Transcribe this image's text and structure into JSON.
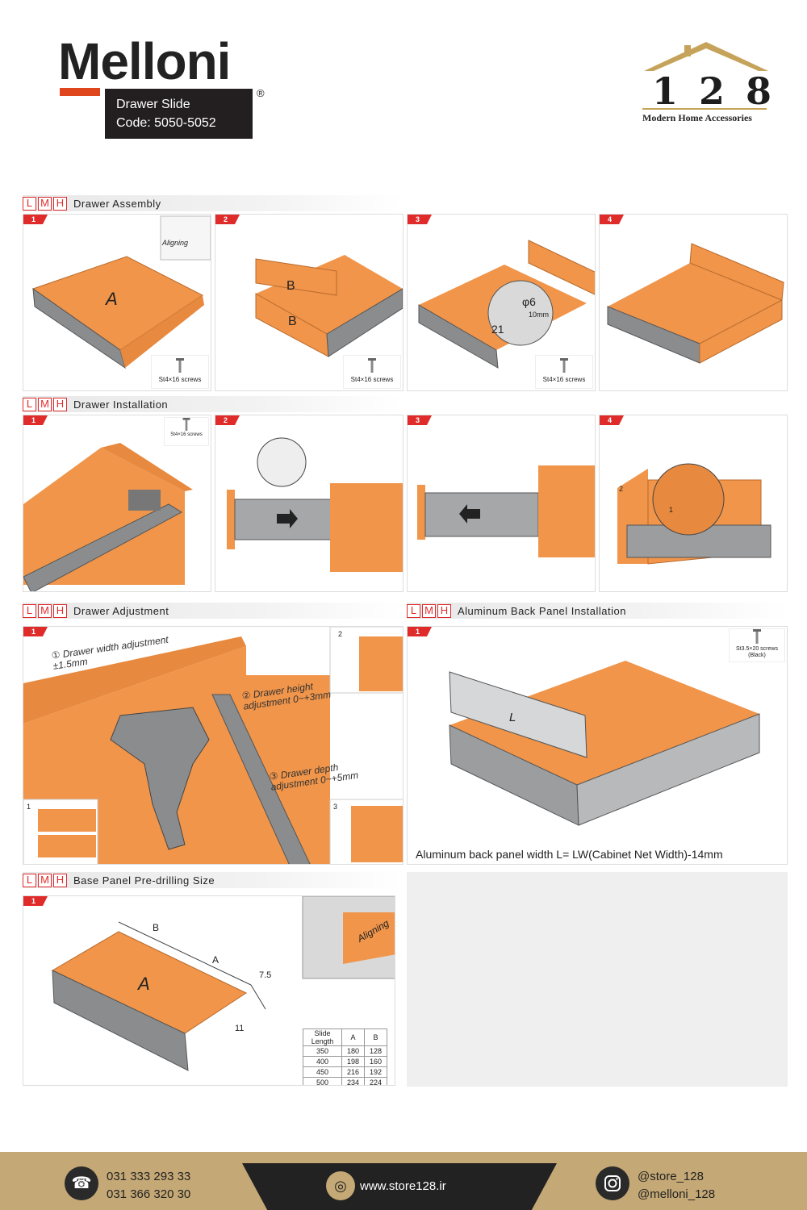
{
  "brand": {
    "name": "Melloni",
    "reg_mark": "®",
    "product_line": "Drawer Slide",
    "code": "Code: 5050-5052"
  },
  "store_logo": {
    "number": "128",
    "tagline": "Modern Home Accessories"
  },
  "lmh": [
    "L",
    "M",
    "H"
  ],
  "sections": {
    "assembly": {
      "title": "Drawer Assembly",
      "steps": [
        {
          "badge": "1",
          "labels": [
            "A",
            "Aligning"
          ],
          "screw": "St4×16 screws"
        },
        {
          "badge": "2",
          "labels": [
            "B",
            "B"
          ],
          "screw": "St4×16 screws"
        },
        {
          "badge": "3",
          "labels": [
            "φ6",
            "10mm",
            "21"
          ],
          "screw": "St4×16 screws"
        },
        {
          "badge": "4"
        }
      ]
    },
    "installation": {
      "title": "Drawer Installation",
      "steps": [
        {
          "badge": "1",
          "screw": "St4×16 screws"
        },
        {
          "badge": "2"
        },
        {
          "badge": "3"
        },
        {
          "badge": "4",
          "labels": [
            "2",
            "1"
          ]
        }
      ]
    },
    "adjustment": {
      "title": "Drawer Adjustment",
      "badge": "1",
      "width_label": "① Drawer width adjustment ±1.5mm",
      "height_label": "② Drawer height adjustment 0~+3mm",
      "depth_label": "③ Drawer depth adjustment 0~+5mm",
      "insets": [
        "1",
        "2",
        "3"
      ]
    },
    "back_panel": {
      "title": "Aluminum Back Panel Installation",
      "badge": "1",
      "screw": "St3.5×20 screws (Black)",
      "panel_letter": "L",
      "caption": "Aluminum back panel width L= LW(Cabinet Net Width)-14mm"
    },
    "predrilling": {
      "title": "Base Panel Pre-drilling Size",
      "badge": "1",
      "dims": [
        "B",
        "A",
        "A",
        "7.5",
        "11"
      ],
      "aligning": "Aligning",
      "table": {
        "headers": [
          "Slide Length",
          "A",
          "B"
        ],
        "rows": [
          [
            "350",
            "180",
            "128"
          ],
          [
            "400",
            "198",
            "160"
          ],
          [
            "450",
            "216",
            "192"
          ],
          [
            "500",
            "234",
            "224"
          ]
        ]
      }
    }
  },
  "footer": {
    "phone1": "031 333 293 33",
    "phone2": "031 366 320 30",
    "website": "www.store128.ir",
    "instagram1": "@store_128",
    "instagram2": "@melloni_128"
  },
  "colors": {
    "orange": "#f0954a",
    "accent_red": "#e02b2b",
    "gold": "#c4a875",
    "dark": "#231f20",
    "metal": "#8a8c8e"
  },
  "icons": [
    "phone-icon",
    "globe-icon",
    "instagram-icon",
    "screw-icon"
  ]
}
